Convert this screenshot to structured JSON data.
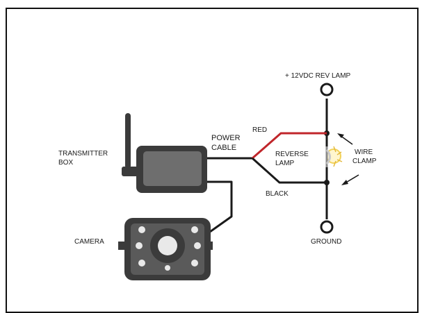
{
  "colors": {
    "frame": "#111111",
    "wire": "#1a1a1a",
    "positive_wire": "#c0262b",
    "device_dark": "#3b3b3b",
    "device_mid": "#5a5a5a",
    "device_light": "#6e6e6e",
    "led_white": "#e9e9e9",
    "spark": "#f2d25a"
  },
  "icons": {
    "transmitter": "transmitter-box-icon",
    "camera": "camera-icon",
    "antenna": "antenna-icon",
    "clamp": "wire-clamp-spark-icon"
  },
  "labels": {
    "rev_lamp_supply": "+ 12VDC REV LAMP",
    "ground": "GROUND",
    "power_cable_line1": "POWER",
    "power_cable_line2": "CABLE",
    "red": "RED",
    "black": "BLACK",
    "reverse_lamp_line1": "REVERSE",
    "reverse_lamp_line2": "LAMP",
    "wire_clamp_line1": "WIRE",
    "wire_clamp_line2": "CLAMP",
    "transmitter_line1": "TRANSMITTER",
    "transmitter_line2": "BOX",
    "camera": "CAMERA"
  }
}
